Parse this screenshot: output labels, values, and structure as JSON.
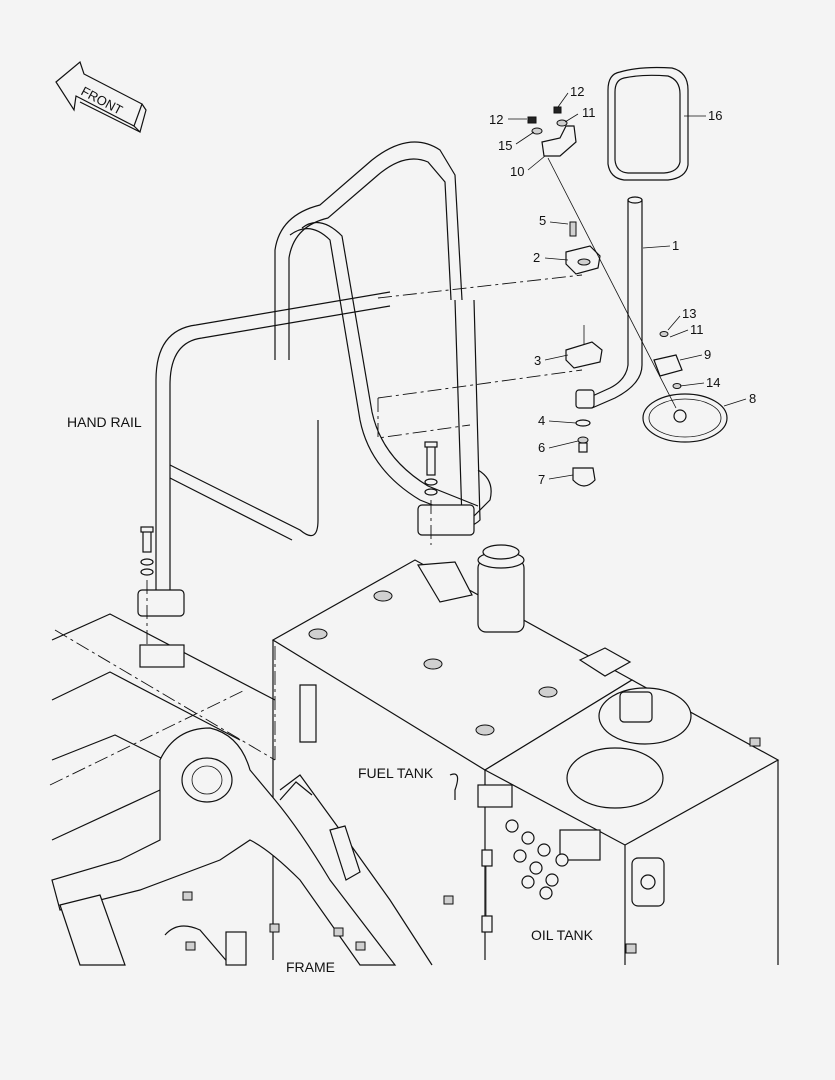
{
  "direction": {
    "label": "FRONT",
    "icon": "front-arrow-icon"
  },
  "areas": {
    "hand_rail": "HAND RAIL",
    "fuel_tank": "FUEL TANK",
    "oil_tank": "OIL TANK",
    "frame": "FRAME"
  },
  "callouts": {
    "c12a": "12",
    "c12b": "12",
    "c11a": "11",
    "c15": "15",
    "c10": "10",
    "c16": "16",
    "c5": "5",
    "c2": "2",
    "c1": "1",
    "c13": "13",
    "c11b": "11",
    "c9": "9",
    "c3": "3",
    "c14": "14",
    "c8": "8",
    "c4": "4",
    "c6": "6",
    "c7": "7"
  }
}
